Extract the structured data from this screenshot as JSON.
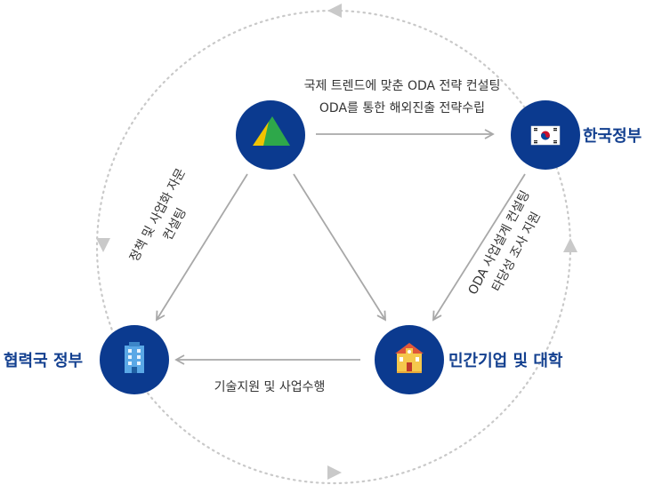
{
  "colors": {
    "node_fill": "#0b3a8f",
    "node_label": "#123f8f",
    "arrow": "#a8a8a8",
    "dotted": "#c9c9c9",
    "text": "#333333"
  },
  "nodes": {
    "top": {
      "icon": "green-triangle-logo-icon"
    },
    "korea": {
      "label": "한국정부",
      "icon": "korean-flag-icon"
    },
    "partner": {
      "label": "협력국 정부",
      "icon": "building-icon"
    },
    "private": {
      "label": "민간기업 및 대학",
      "icon": "university-icon"
    }
  },
  "edges": {
    "top_to_korea": {
      "line1": "국제 트렌드에 맞춘 ODA 전략 컨설팅",
      "line2": "ODA를 통한 해외진출 전략수립"
    },
    "top_to_partner": {
      "line1": "정책 및 사업화 자문",
      "line2": "컨설팅"
    },
    "korea_to_private": {
      "line1": "ODA 사업설계 컨설팅",
      "line2": "타당성 조사 지원"
    },
    "private_to_partner": {
      "line1": "기술지원 및 사업수행"
    }
  }
}
